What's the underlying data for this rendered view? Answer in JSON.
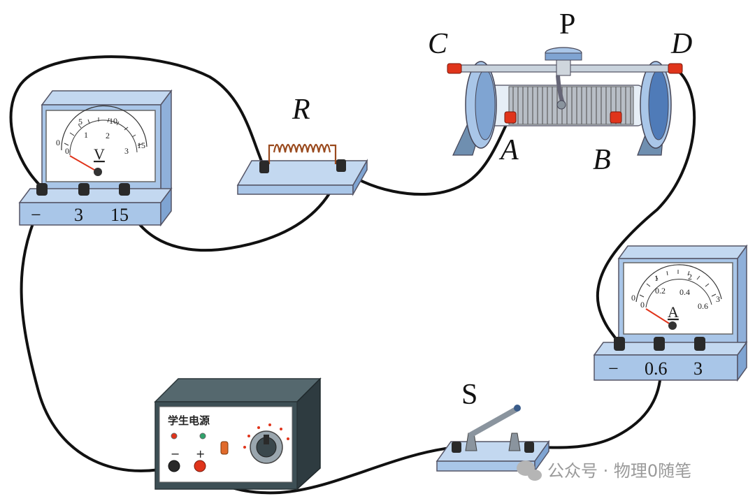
{
  "labels": {
    "resistor": "R",
    "slider": "P",
    "rheostat_c": "C",
    "rheostat_d": "D",
    "rheostat_a": "A",
    "rheostat_b": "B",
    "switch": "S"
  },
  "voltmeter": {
    "symbol": "V",
    "terminals": [
      "−",
      "3",
      "15"
    ],
    "scale_outer": [
      "0",
      "5",
      "10",
      "15"
    ],
    "scale_inner": [
      "0",
      "1",
      "2",
      "3"
    ]
  },
  "ammeter": {
    "symbol": "A",
    "terminals": [
      "−",
      "0.6",
      "3"
    ],
    "scale_outer": [
      "0",
      "1",
      "2",
      "3"
    ],
    "scale_inner": [
      "0",
      "0.2",
      "0.4",
      "0.6"
    ]
  },
  "power_supply": {
    "title": "学生电源",
    "minus": "−",
    "plus": "+"
  },
  "watermark": "公众号 · 物理0随笔",
  "colors": {
    "meter_blue": "#a9c6e8",
    "meter_blue_dark": "#7fa4d2",
    "terminal_red": "#e0341b",
    "coil_brown": "#9a4a1e",
    "ps_body": "#3d4f55",
    "wire": "#111111"
  }
}
